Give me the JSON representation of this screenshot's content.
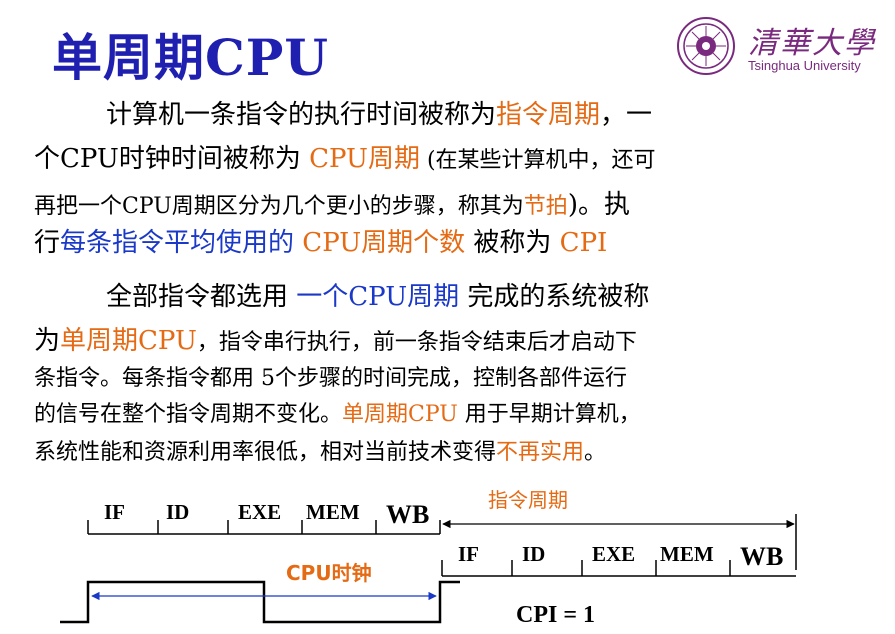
{
  "title": "单周期CPU",
  "logo": {
    "cn": "清華大學",
    "en": "Tsinghua University"
  },
  "para1": {
    "l1_a": "计算机一条指令的执行时间被称为",
    "l1_b": "指令周期",
    "l1_c": "，一",
    "l2_a": "个CPU时钟时间被称为 ",
    "l2_b": "CPU周期",
    "l2_c": " (在某些计算机中，还可",
    "l3_a": "再把一个CPU周期区分为几个更小的步骤，称其为",
    "l3_b": "节拍",
    "l3_c": ")。执",
    "l4_a": "行",
    "l4_b": "每条指令平均使用的",
    "l4_c": " CPU周期个数",
    "l4_d": " 被称为 ",
    "l4_e": "CPI"
  },
  "para2": {
    "l1_a": "全部指令都选用 ",
    "l1_b": "一个CPU周期",
    "l1_c": " 完成的系统被称",
    "l2_a": "为",
    "l2_b": "单周期CPU",
    "l2_c": "，指令串行执行，前一条指令结束后才启动下",
    "l3": "条指令。每条指令都用 5个步骤的时间完成，控制各部件运行",
    "l4_a": "的信号在整个指令周期不变化。",
    "l4_b": "单周期CPU",
    "l4_c": " 用于早期计算机，",
    "l5_a": "系统性能和资源利用率很低，相对当前技术变得",
    "l5_b": "不再实用",
    "l5_c": "。"
  },
  "diagram": {
    "stages": [
      "IF",
      "ID",
      "EXE",
      "MEM",
      "WB"
    ],
    "instr_cycle_label": "指令周期",
    "cpu_clock_label": "CPU时钟",
    "cpi_label": "CPI = 1"
  },
  "colors": {
    "title": "#1f1fb0",
    "highlight_orange": "#e56a14",
    "highlight_blue": "#1b39c8",
    "logo": "#7a2a7e"
  }
}
